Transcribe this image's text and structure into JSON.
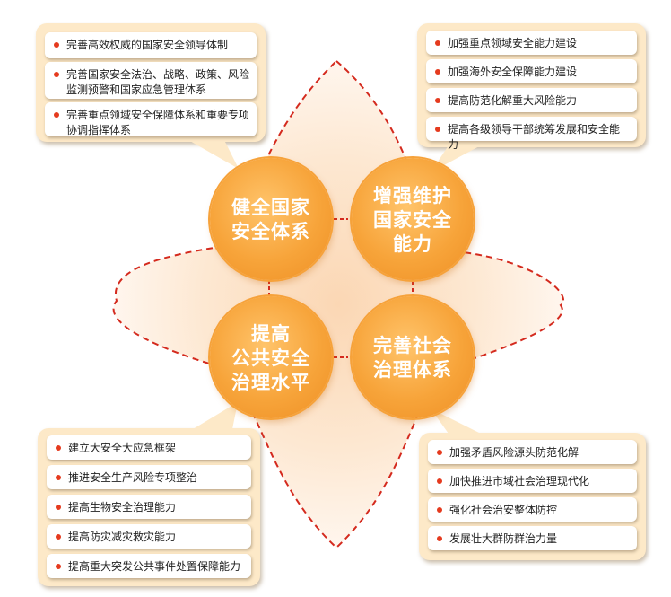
{
  "colors": {
    "accent": "#e53a1e",
    "circle": "#f7a43a",
    "panel": "#fde9c8",
    "dash": "#d42a1e"
  },
  "circles": {
    "top_left": "健全国家\n安全体系",
    "top_right": "增强维护\n国家安全\n能力",
    "bottom_left": "提高\n公共安全\n治理水平",
    "bottom_right": "完善社会\n治理体系"
  },
  "panels": {
    "top_left": {
      "items": [
        "完善高效权威的国家安全领导体制",
        "完善国家安全法治、战略、政策、风险监测预警和国家应急管理体系",
        "完善重点领域安全保障体系和重要专项协调指挥体系"
      ]
    },
    "top_right": {
      "items": [
        "加强重点领域安全能力建设",
        "加强海外安全保障能力建设",
        "提高防范化解重大风险能力",
        "提高各级领导干部统筹发展和安全能力"
      ]
    },
    "bottom_left": {
      "items": [
        "建立大安全大应急框架",
        "推进安全生产风险专项整治",
        "提高生物安全治理能力",
        "提高防灾减灾救灾能力",
        "提高重大突发公共事件处置保障能力"
      ]
    },
    "bottom_right": {
      "items": [
        "加强矛盾风险源头防范化解",
        "加快推进市域社会治理现代化",
        "强化社会治安整体防控",
        "发展壮大群防群治力量"
      ]
    }
  }
}
